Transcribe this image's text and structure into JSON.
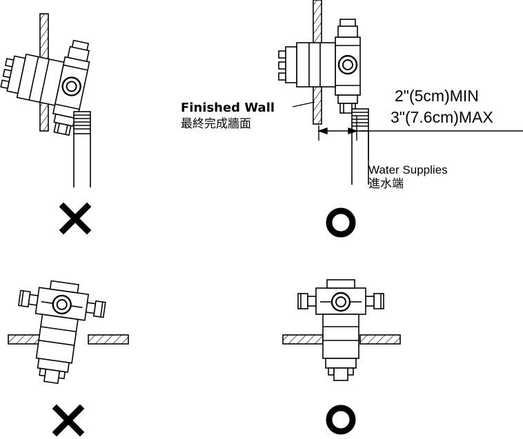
{
  "labels": {
    "dim_min": "2\"(5cm)MIN",
    "dim_max": "3\"(7.6cm)MAX",
    "finished_wall_en": "Finished Wall",
    "finished_wall_zh": "最終完成牆面",
    "water_supplies_en": "Water Supplies",
    "water_supplies_zh": "進水端"
  },
  "panels": [
    {
      "id": "side-incorrect",
      "verdict": "incorrect",
      "symbol": "cross-mark"
    },
    {
      "id": "side-correct",
      "verdict": "correct",
      "symbol": "circle-mark"
    },
    {
      "id": "top-incorrect",
      "verdict": "incorrect",
      "symbol": "cross-mark"
    },
    {
      "id": "top-correct",
      "verdict": "correct",
      "symbol": "circle-mark"
    }
  ],
  "colors": {
    "line": "#000000",
    "background": "#ffffff"
  }
}
